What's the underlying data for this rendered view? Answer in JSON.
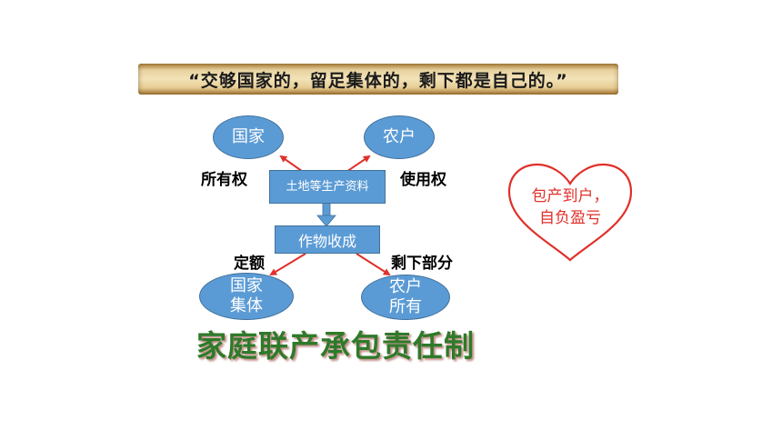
{
  "banner": {
    "text": "“交够国家的，留足集体的，剩下都是自己的。”"
  },
  "nodes": {
    "state_top": "国家",
    "farmer_top": "农户",
    "land": "土地等生产资料",
    "harvest": "作物收成",
    "state_collective": "国家集体",
    "farmer_own": "农户所有"
  },
  "labels": {
    "ownership": "所有权",
    "use_right": "使用权",
    "fixed_quota": "定额",
    "remainder": "剩下部分"
  },
  "title": "家庭联产承包责任制",
  "heart": {
    "line1": "包产到户，",
    "line2": "自负盈亏"
  },
  "colors": {
    "node_fill": "#5b9bd5",
    "arrow_red": "#e0302a",
    "title_green": "#2e7a2a"
  }
}
